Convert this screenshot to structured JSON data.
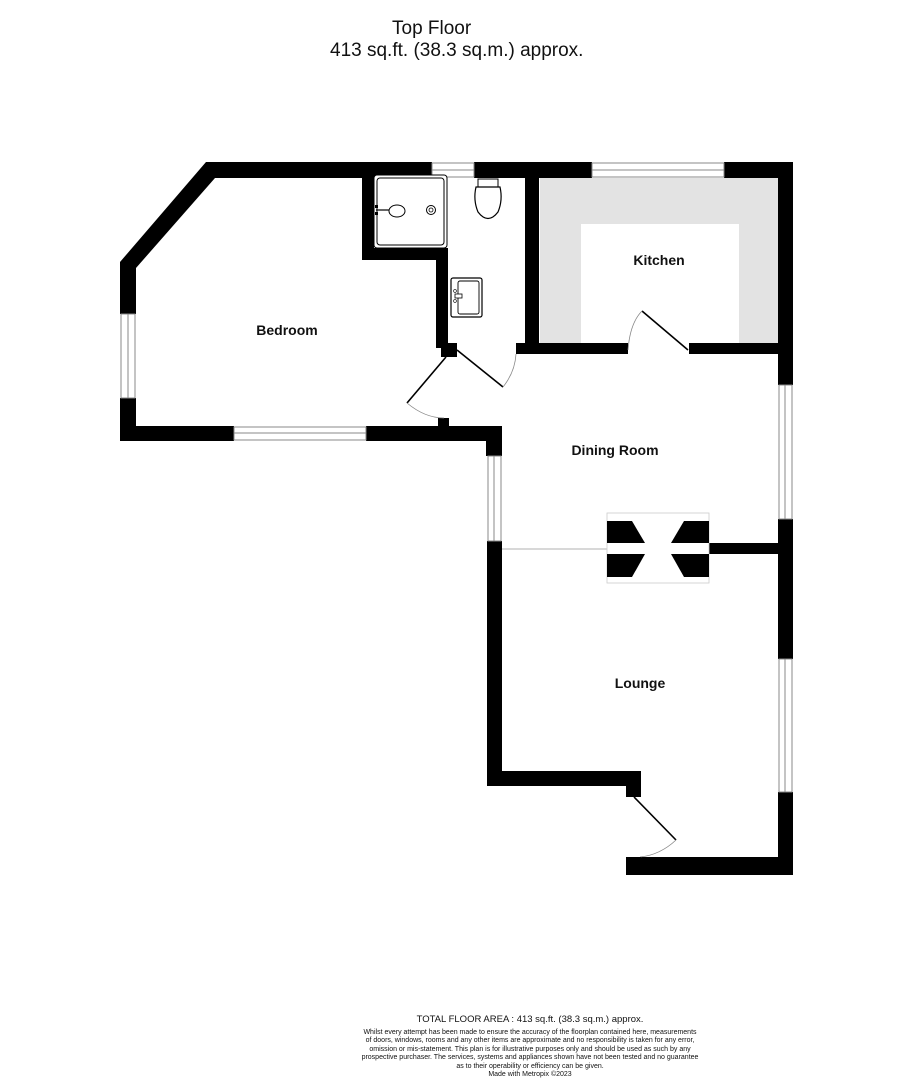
{
  "header": {
    "floor_name": "Top Floor",
    "floor_area": "413 sq.ft. (38.3 sq.m.) approx."
  },
  "rooms": {
    "bedroom": "Bedroom",
    "kitchen": "Kitchen",
    "dining_room": "Dining Room",
    "lounge": "Lounge"
  },
  "fixtures": [
    "shower-tray",
    "toilet",
    "wash-basin",
    "fireplace"
  ],
  "colors": {
    "wall": "#000000",
    "kitchen_units": "#e3e3e3",
    "window_frame": "#888888",
    "background": "#ffffff"
  },
  "footer": {
    "total_area": "TOTAL FLOOR AREA : 413 sq.ft. (38.3 sq.m.) approx.",
    "disclaimer_lines": [
      "Whilst every attempt has been made to ensure the accuracy of the floorplan contained here, measurements",
      "of doors, windows, rooms and any other items are approximate and no responsibility is taken for any error,",
      "omission or mis-statement. This plan is for illustrative purposes only and should be used as such by any",
      "prospective purchaser. The services, systems and appliances shown have not been tested and no guarantee",
      "as to their operability or efficiency can be given."
    ],
    "made_with": "Made with Metropix ©2023"
  }
}
